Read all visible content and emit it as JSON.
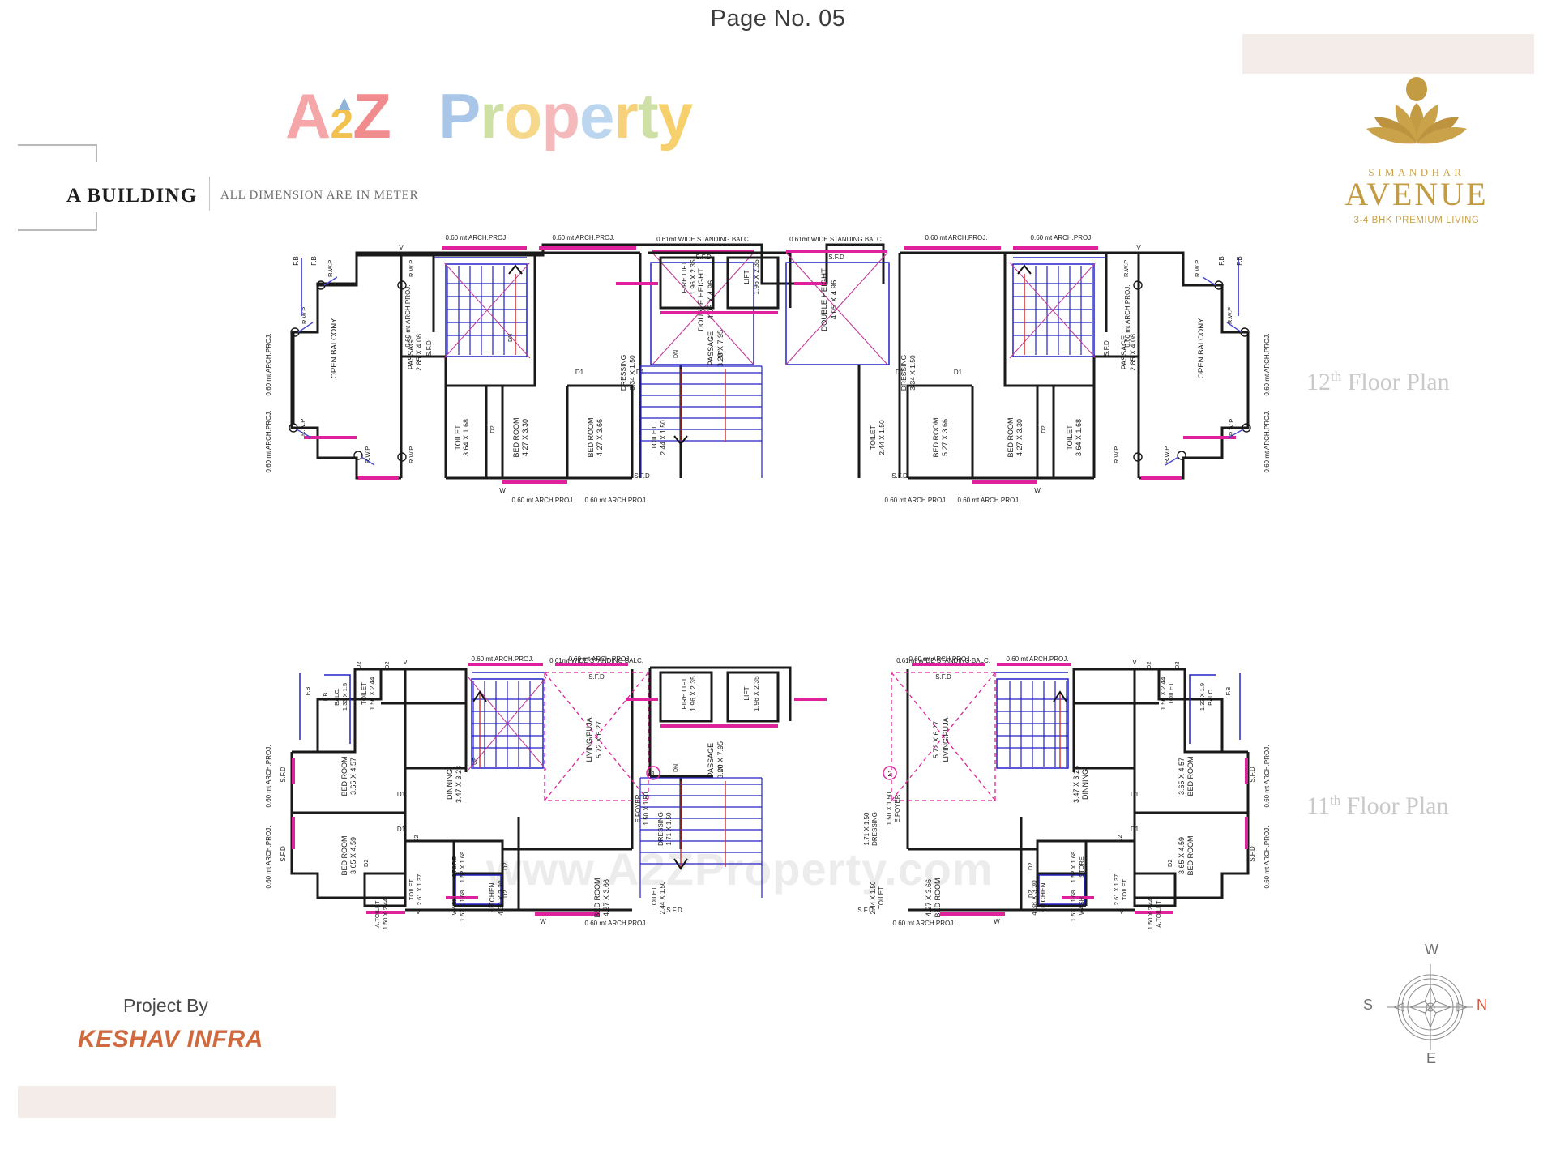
{
  "header": {
    "page_no": "Page No. 05",
    "building": "A BUILDING",
    "dimension_note": "ALL DIMENSION ARE IN METER",
    "watermark_top": "A2Z Property",
    "watermark_mid": "www.A2ZProperty.com"
  },
  "logo": {
    "brand_small": "SIMANDHAR",
    "brand_main": "AVENUE",
    "tagline": "3-4 BHK PREMIUM LIVING",
    "gold": "#c39b43",
    "bar_color": "#f4ece8"
  },
  "footer": {
    "project_by": "Project By",
    "developer": "KESHAV INFRA",
    "developer_color": "#d1693f"
  },
  "compass": {
    "top": "W",
    "right": "N",
    "bottom": "E",
    "left": "S"
  },
  "plans": [
    {
      "id": "floor-12",
      "label_number": "12",
      "label_sup": "th",
      "label_text": " Floor Plan",
      "core": {
        "fire_lift": "FIRE LIFT",
        "fire_lift_dim": "1.96 X 2.35",
        "lift": "LIFT",
        "lift_dim": "1.96 X 2.35",
        "passage": "PASSAGE",
        "passage_dim": "3.28 X 7.95",
        "stair_down": "DN"
      },
      "left_unit": {
        "rooms": [
          {
            "name": "OPEN BALCONY",
            "dim": ""
          },
          {
            "name": "PASSAGE",
            "dim": "2.85 X 4.08"
          },
          {
            "name": "TOILET",
            "dim": "3.64 X 1.68"
          },
          {
            "name": "BED ROOM",
            "dim": "4.27 X 3.30"
          },
          {
            "name": "BED ROOM",
            "dim": "4.27 X 3.66"
          },
          {
            "name": "TOILET",
            "dim": "2.44 X 1.50"
          },
          {
            "name": "DRESSING",
            "dim": "3.34 X 1.50"
          },
          {
            "name": "DOUBLE HEIGHT",
            "dim": "4.05 X 4.96"
          }
        ],
        "notes": [
          "0.60 mt ARCH.PROJ.",
          "0.61mt WIDE STANDING BALC.",
          "S.F.D",
          "F.B",
          "R.W.P",
          "D1",
          "D2",
          "W",
          "V"
        ]
      },
      "right_unit": {
        "rooms": [
          {
            "name": "OPEN BALCONY",
            "dim": ""
          },
          {
            "name": "PASSAGE",
            "dim": "2.85 X 4.08"
          },
          {
            "name": "TOILET",
            "dim": "3.64 X 1.68"
          },
          {
            "name": "BED ROOM",
            "dim": "4.27 X 3.30"
          },
          {
            "name": "BED ROOM",
            "dim": "5.27 X 3.66"
          },
          {
            "name": "TOILET",
            "dim": "2.44 X 1.50"
          },
          {
            "name": "DRESSING",
            "dim": "3.34 X 1.50"
          },
          {
            "name": "DOUBLE HEIGHT",
            "dim": "4.05 X 4.96"
          }
        ]
      }
    },
    {
      "id": "floor-11",
      "label_number": "11",
      "label_sup": "th",
      "label_text": " Floor Plan",
      "core": {
        "fire_lift": "FIRE LIFT",
        "fire_lift_dim": "1.96 X 2.35",
        "lift": "LIFT",
        "lift_dim": "1.96 X 2.35",
        "passage": "PASSAGE",
        "passage_dim": "3.28 X 7.95",
        "stair_down": "DN",
        "stair_up": "UP"
      },
      "left_unit": {
        "rooms": [
          {
            "name": "BALC.",
            "dim": "1.33 X 1.5"
          },
          {
            "name": "TOILET",
            "dim": "1.50 X 2.44"
          },
          {
            "name": "BED ROOM",
            "dim": "3.65 X 4.57"
          },
          {
            "name": "BED ROOM",
            "dim": "3.65 X 4.59"
          },
          {
            "name": "A.TOILET",
            "dim": "1.50 X 2.44"
          },
          {
            "name": "TOILET",
            "dim": "2.61 X 1.37"
          },
          {
            "name": "STORE",
            "dim": "1.52 X 1.68"
          },
          {
            "name": "WASH",
            "dim": "1.52 X 1.68"
          },
          {
            "name": "KITCHEN",
            "dim": "4.38 X 3.30"
          },
          {
            "name": "DINNING",
            "dim": "3.47 X 3.28"
          },
          {
            "name": "LIVING/PUJA",
            "dim": "5.72 X 6.27"
          },
          {
            "name": "BED ROOM",
            "dim": "4.27 X 3.66"
          },
          {
            "name": "TOILET",
            "dim": "2.44 X 1.50"
          },
          {
            "name": "DRESSING",
            "dim": "1.71 X 1.50"
          },
          {
            "name": "E.FOYER",
            "dim": "1.50 X 1.50"
          }
        ]
      },
      "right_unit": {
        "rooms": [
          {
            "name": "BALC.",
            "dim": "1.33 X 1.9"
          },
          {
            "name": "TOILET",
            "dim": "1.50 X 2.44"
          },
          {
            "name": "BED ROOM",
            "dim": "3.65 X 4.57"
          },
          {
            "name": "BED ROOM",
            "dim": "3.65 X 4.59"
          },
          {
            "name": "A.TOILET",
            "dim": "1.50 X 2.44"
          },
          {
            "name": "TOILET",
            "dim": "2.61 X 1.37"
          },
          {
            "name": "STORE",
            "dim": "1.52 X 1.68"
          },
          {
            "name": "WASH",
            "dim": "1.52 X 1.68"
          },
          {
            "name": "KITCHEN",
            "dim": "4.38 X 3.30"
          },
          {
            "name": "DINNING",
            "dim": "3.47 X 3.28"
          },
          {
            "name": "LIVING/PUJA",
            "dim": "5.72 X 6.27"
          },
          {
            "name": "BED ROOM",
            "dim": "4.27 X 3.66"
          },
          {
            "name": "TOILET",
            "dim": "2.44 X 1.50"
          },
          {
            "name": "DRESSING",
            "dim": "1.71 X 1.50"
          },
          {
            "name": "E.FOYER",
            "dim": "1.50 X 1.50"
          }
        ]
      }
    }
  ],
  "annotations": {
    "arch_proj": "0.60 mt ARCH.PROJ.",
    "standing_balc": "0.61mt WIDE STANDING BALC.",
    "sfd": "S.F.D",
    "fb": "F.B",
    "rwp": "R.W.P",
    "d1": "D1",
    "d2": "D2",
    "w": "W",
    "v": "V"
  },
  "colors": {
    "wall": "#1a1a1a",
    "magenta": "#e0219c",
    "blue": "#2222c8",
    "red": "#d02020",
    "gold": "#c39b43"
  }
}
